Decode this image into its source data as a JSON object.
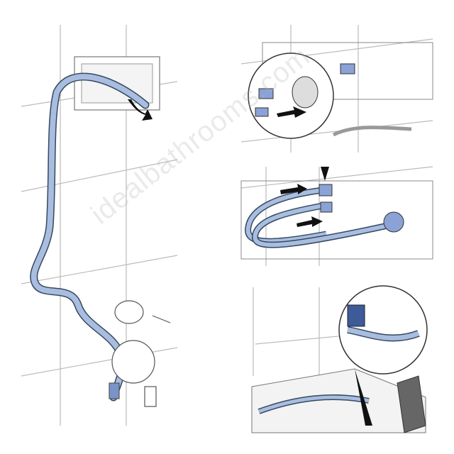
{
  "diagram": {
    "panels": [
      "step-1-route-hose",
      "step-2-connect-valve",
      "step-3-connect-hoses",
      "step-4-fix-connector"
    ],
    "colors": {
      "hose": "#a9bde0",
      "hose_dark": "#5b78b8",
      "line": "#999999",
      "ink": "#1a1a1a"
    }
  },
  "watermark": "idealbathrooms.com"
}
